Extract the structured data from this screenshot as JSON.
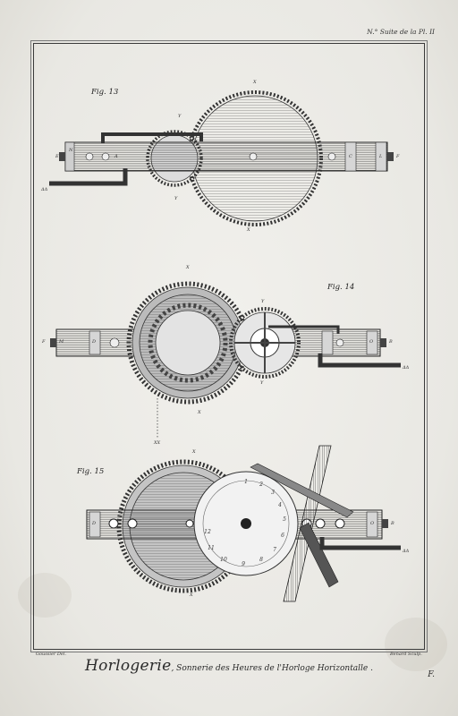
{
  "plate": {
    "header": "N.° Suite de la Pl. II",
    "title_main": "Horlogerie",
    "title_sub": ", Sonnerie des Heures de l'Horloge Horizontalle .",
    "credit_left": "Goussier Del.",
    "credit_right": "Benard Sculp.",
    "plate_number": "F."
  },
  "figures": [
    {
      "label": "Fig. 13",
      "letters": {
        "x_top": "X",
        "x_bottom": "X",
        "y_top": "Y",
        "y_bottom": "Y",
        "n": "N",
        "e": "E",
        "a": "A",
        "c": "C",
        "l": "L",
        "f": "F",
        "deltas": "ΔΔ"
      }
    },
    {
      "label": "Fig. 14",
      "letters": {
        "x_top": "X",
        "x_bottom": "X",
        "y_top": "Y",
        "y_bottom": "Y",
        "f": "F",
        "m": "M",
        "d": "D",
        "o": "O",
        "b": "B",
        "deltas": "ΔΔ",
        "xx": "XX"
      }
    },
    {
      "label": "Fig. 15",
      "letters": {
        "x_top": "X",
        "x_bottom": "X",
        "d": "D",
        "o": "O",
        "b": "B",
        "deltas": "ΔΔ"
      }
    }
  ]
}
